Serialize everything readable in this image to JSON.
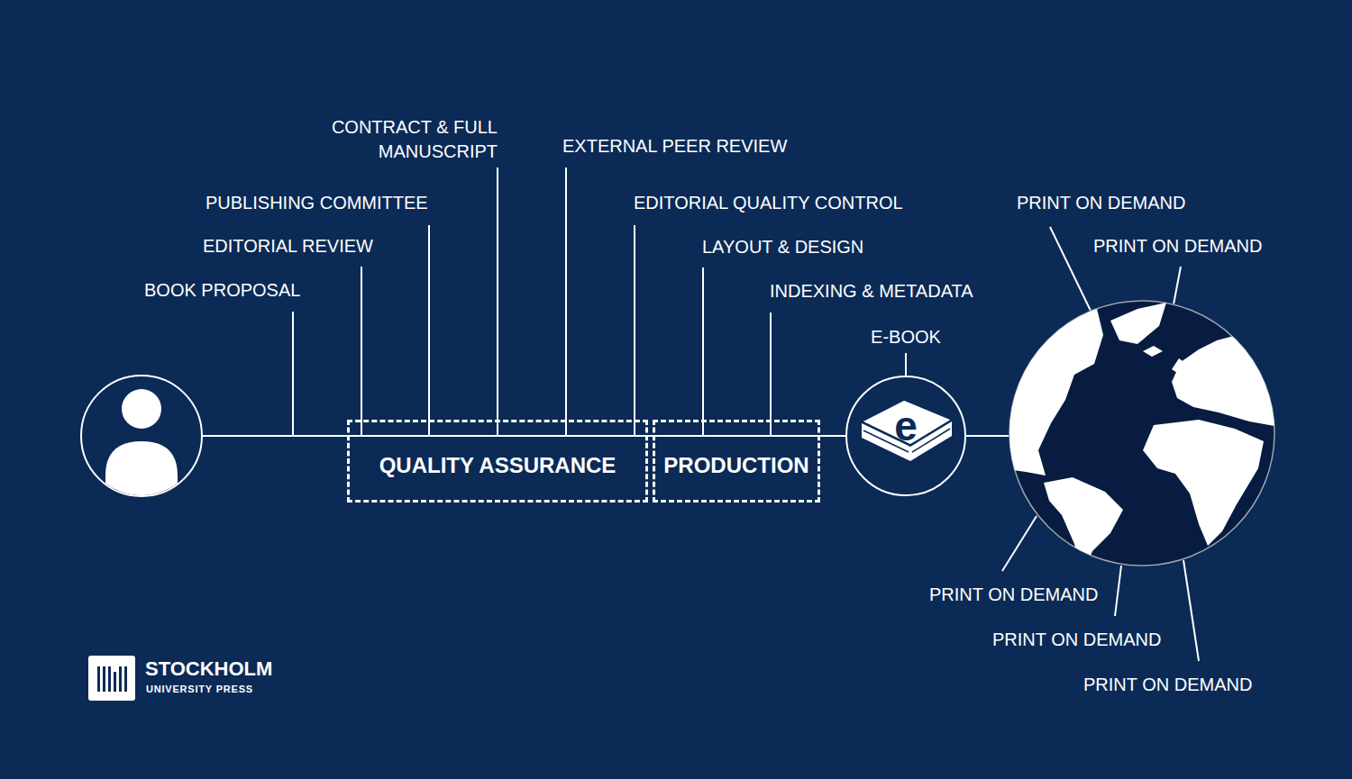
{
  "diagram": {
    "nodes": [
      {
        "text": [
          "QUALITY ASSURANCE"
        ]
      },
      {
        "text": [
          "PRODUCTION"
        ]
      },
      {
        "text": [
          "E-BOOK",
          "e"
        ]
      }
    ],
    "edges": [
      {
        "from": 0,
        "to": 1,
        "arrow": "none"
      },
      {
        "from": 1,
        "to": 2,
        "arrow": "none"
      }
    ],
    "labels": [
      "BOOK PROPOSAL",
      "EDITORIAL REVIEW",
      "PUBLISHING COMMITTEE",
      "CONTRACT & FULL MANUSCRIPT",
      "EXTERNAL PEER REVIEW",
      "EDITORIAL QUALITY CONTROL",
      "LAYOUT & DESIGN",
      "INDEXING & METADATA",
      "PRINT ON DEMAND",
      "PRINT ON DEMAND",
      "PRINT ON DEMAND",
      "PRINT ON DEMAND",
      "PRINT ON DEMAND",
      "STOCKHOLM",
      "UNIVERSITY PRESS"
    ]
  }
}
